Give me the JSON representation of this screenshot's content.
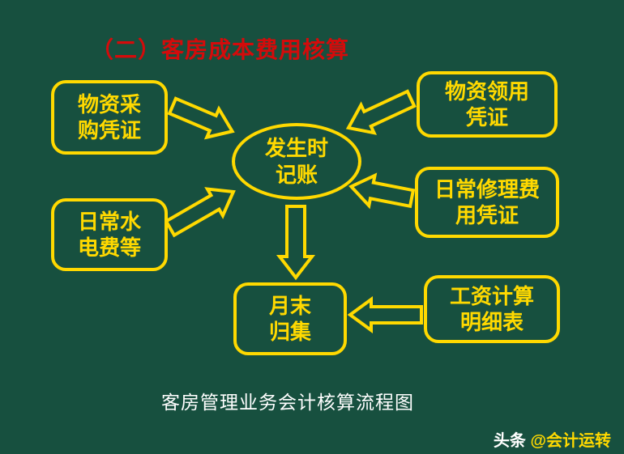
{
  "title": "（二）客房成本费用核算",
  "caption": "客房管理业务会计核算流程图",
  "watermark": {
    "brand": "头条",
    "handle": "@会计运转"
  },
  "nodes": {
    "purchase": {
      "line1": "物资采",
      "line2": "购凭证"
    },
    "requisition": {
      "line1": "物资领用",
      "line2": "凭证"
    },
    "utilities": {
      "line1": "日常水",
      "line2": "电费等"
    },
    "repair": {
      "line1": "日常修理费",
      "line2": "用凭证"
    },
    "record": {
      "line1": "发生时",
      "line2": "记账"
    },
    "monthly": {
      "line1": "月末",
      "line2": "归集"
    },
    "salary": {
      "line1": "工资计算",
      "line2": "明细表"
    }
  },
  "colors": {
    "background": "#17503f",
    "accent": "#ffd900",
    "title": "#d40b0b",
    "caption": "#ffffff"
  }
}
